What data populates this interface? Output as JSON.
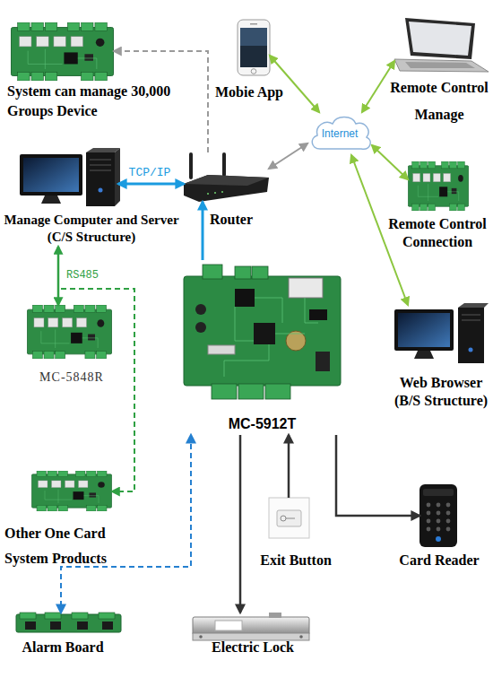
{
  "diagram": {
    "nodes": [
      {
        "text": [
          "System can manage 30,000 Groups Device"
        ]
      },
      {
        "text": [
          "Mobie App"
        ]
      },
      {
        "text": [
          "Remote Control Manage"
        ]
      },
      {
        "text": [
          "Internet"
        ]
      },
      {
        "text": [
          "Manage Computer and Server (C/S Structure)"
        ]
      },
      {
        "text": [
          "Router"
        ]
      },
      {
        "text": [
          "Remote Control Connection"
        ]
      },
      {
        "text": [
          "MC-5848R"
        ]
      },
      {
        "text": [
          "MC-5912T"
        ]
      },
      {
        "text": [
          "Web Browser (B/S Structure)"
        ]
      },
      {
        "text": [
          "Other One Card System Products"
        ]
      },
      {
        "text": [
          "Exit Button"
        ]
      },
      {
        "text": [
          "Card Reader"
        ]
      },
      {
        "text": [
          "Alarm Board"
        ]
      },
      {
        "text": [
          "Electric Lock"
        ]
      }
    ],
    "edges": [
      {
        "from": 5,
        "to": 0,
        "arrow": "to"
      },
      {
        "from": 1,
        "to": 3,
        "arrow": "both"
      },
      {
        "from": 2,
        "to": 3,
        "arrow": "both"
      },
      {
        "from": 5,
        "to": 3,
        "arrow": "both"
      },
      {
        "from": 4,
        "to": 5,
        "label": "TCP/IP",
        "arrow": "both"
      },
      {
        "from": 8,
        "to": 5,
        "arrow": "to"
      },
      {
        "from": 6,
        "to": 3,
        "arrow": "both"
      },
      {
        "from": 9,
        "to": 3,
        "arrow": "both"
      },
      {
        "from": 4,
        "to": 7,
        "label": "RS485",
        "arrow": "both"
      },
      {
        "from": 4,
        "to": 10,
        "arrow": "to"
      },
      {
        "from": 8,
        "to": 13,
        "arrow": "both"
      },
      {
        "from": 8,
        "to": 14,
        "arrow": "to"
      },
      {
        "from": 11,
        "to": 8,
        "arrow": "to"
      },
      {
        "from": 8,
        "to": 12,
        "arrow": "to"
      }
    ]
  }
}
